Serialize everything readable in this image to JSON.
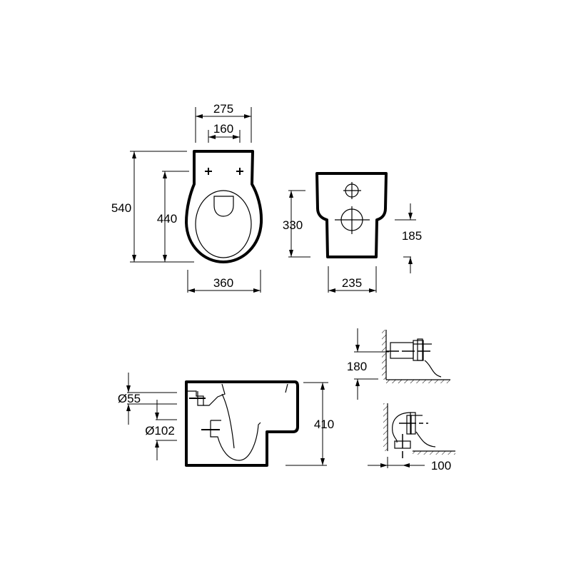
{
  "top_view": {
    "dims": {
      "overall_width": "275",
      "fixing_spacing": "160",
      "overall_length": "540",
      "fixing_to_front": "440",
      "bowl_width": "360"
    }
  },
  "front_view": {
    "dims": {
      "height": "330",
      "outlet_height": "185",
      "base_width": "235"
    }
  },
  "side_view": {
    "dims": {
      "inlet_diameter": "Ø55",
      "outlet_diameter": "Ø102",
      "height": "410"
    }
  },
  "connection_details": {
    "dims": {
      "horizontal_outlet_height": "180",
      "vertical_outlet_offset": "100"
    }
  },
  "colors": {
    "line": "#000000",
    "background": "#ffffff"
  }
}
